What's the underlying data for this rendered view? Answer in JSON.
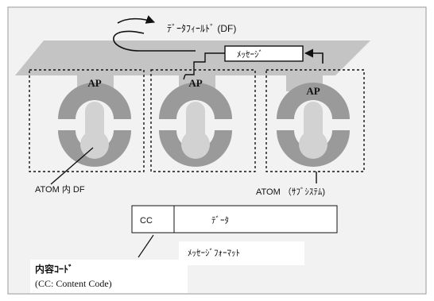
{
  "diagram": {
    "df_label": "ﾃﾞｰﾀﾌｨｰﾙﾄﾞ (DF)",
    "message_label": "ﾒｯｾｰｼﾞ",
    "ap_labels": [
      "AP",
      "AP",
      "AP"
    ],
    "atom_df_label": "ATOM 内 DF",
    "atom_subsystem_label": "ATOM （ｻﾌﾞｼｽﾃﾑ)",
    "format": {
      "cc_cell": "CC",
      "data_cell": "ﾃﾞｰﾀ",
      "caption": "ﾒｯｾｰｼﾞﾌｫｰﾏｯﾄ"
    },
    "content_code_label": "内容ｺｰﾄﾞ",
    "content_code_sub": "(CC: Content Code)"
  }
}
